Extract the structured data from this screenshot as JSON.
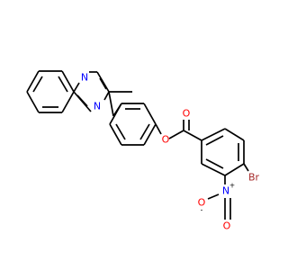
{
  "molecule": {
    "atoms": {
      "n1": {
        "text": "N",
        "color": "#0000ff"
      },
      "n2": {
        "text": "N",
        "color": "#0000ff"
      },
      "o_ester": {
        "text": "O",
        "color": "#ff0000"
      },
      "o_carbonyl": {
        "text": "O",
        "color": "#ff0000"
      },
      "br": {
        "text": "Br",
        "color": "#a52a2a"
      },
      "n_nitro": {
        "text": "N",
        "color": "#0000ff",
        "charge": "+"
      },
      "o_nitro_minus": {
        "text": "O",
        "color": "#ff0000",
        "charge": "-"
      },
      "o_nitro": {
        "text": "O",
        "color": "#ff0000"
      }
    },
    "bond_color": "#000000"
  }
}
